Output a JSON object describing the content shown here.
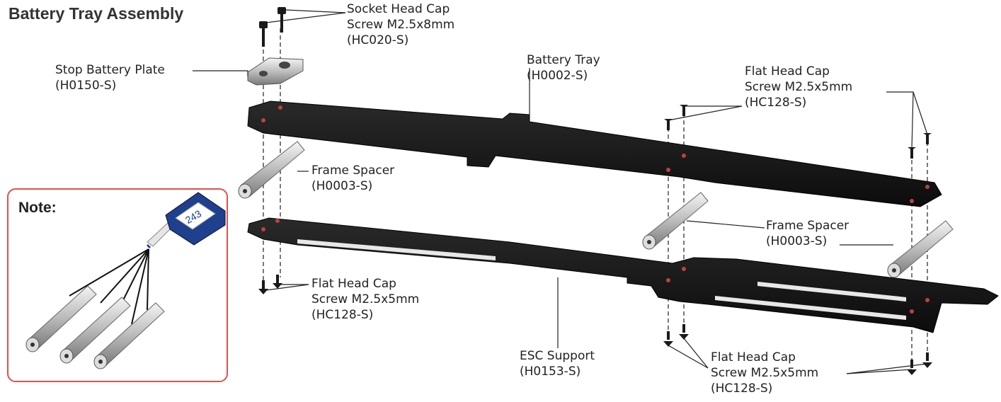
{
  "title": "Battery Tray Assembly",
  "note": {
    "title": "Note:",
    "bottle_label": "243"
  },
  "labels": {
    "socket_screw": [
      "Socket Head Cap",
      "Screw M2.5x8mm",
      "(HC020-S)"
    ],
    "stop_plate": [
      "Stop Battery Plate",
      "(H0150-S)"
    ],
    "battery_tray": [
      "Battery Tray",
      "(H0002-S)"
    ],
    "flat_screw_top_right": [
      "Flat Head Cap",
      "Screw M2.5x5mm",
      "(HC128-S)"
    ],
    "frame_spacer_left": [
      "Frame Spacer",
      "(H0003-S)"
    ],
    "frame_spacer_right": [
      "Frame Spacer",
      "(H0003-S)"
    ],
    "flat_screw_bottom_left": [
      "Flat Head Cap",
      "Screw M2.5x5mm",
      "(HC128-S)"
    ],
    "esc_support": [
      "ESC Support",
      "(H0153-S)"
    ],
    "flat_screw_bottom_right": [
      "Flat Head Cap",
      "Screw M2.5x5mm",
      "(HC128-S)"
    ]
  },
  "colors": {
    "note_border": "#d9534f",
    "carbon": "#161616",
    "spacer": "#bfbfbf",
    "bottle_blue": "#1f3f8f"
  }
}
